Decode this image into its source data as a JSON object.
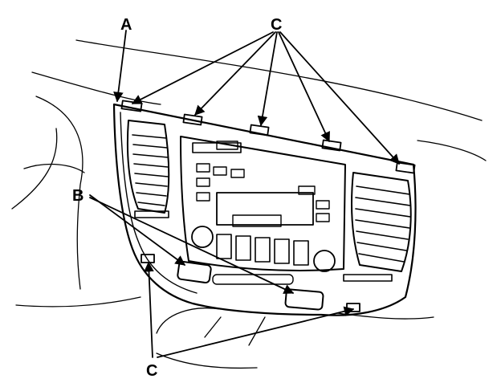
{
  "diagram": {
    "callouts": {
      "a": "A",
      "b": "B",
      "c_top": "C",
      "c_bottom": "C"
    },
    "colors": {
      "ink": "#000000",
      "paper": "#ffffff"
    }
  }
}
